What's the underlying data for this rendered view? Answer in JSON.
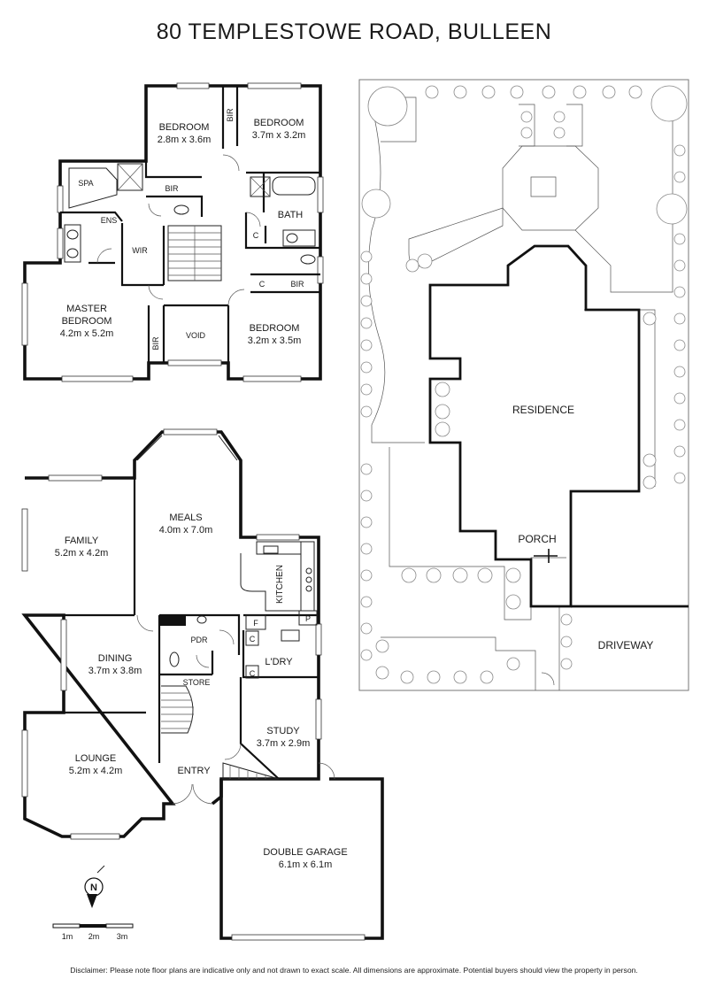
{
  "title": "80 TEMPLESTOWE ROAD, BULLEEN",
  "disclaimer": "Disclaimer: Please note floor plans are indicative only and not drawn to exact scale. All dimensions are approximate. Potential buyers should view the property in person.",
  "upper_floor": {
    "bedroom_a": {
      "name": "BEDROOM",
      "size": "2.8m x 3.6m"
    },
    "bedroom_b": {
      "name": "BEDROOM",
      "size": "3.7m x 3.2m"
    },
    "bedroom_c": {
      "name": "BEDROOM",
      "size": "3.2m x 3.5m"
    },
    "master": {
      "name_line1": "MASTER",
      "name_line2": "BEDROOM",
      "size": "4.2m x 5.2m"
    },
    "spa": "SPA",
    "ens": "ENS",
    "wir": "WIR",
    "bath": "BATH",
    "void": "VOID",
    "bir": "BIR",
    "cupboard": "C"
  },
  "ground_floor": {
    "meals": {
      "name": "MEALS",
      "size": "4.0m x 7.0m"
    },
    "family": {
      "name": "FAMILY",
      "size": "5.2m x 4.2m"
    },
    "kitchen": "KITCHEN",
    "dining": {
      "name": "DINING",
      "size": "3.7m x 3.8m"
    },
    "lounge": {
      "name": "LOUNGE",
      "size": "5.2m x 4.2m"
    },
    "study": {
      "name": "STUDY",
      "size": "3.7m x 2.9m"
    },
    "garage": {
      "name": "DOUBLE GARAGE",
      "size": "6.1m x 6.1m"
    },
    "entry": "ENTRY",
    "pdr": "PDR",
    "store": "STORE",
    "laundry": "L'DRY",
    "fridge": "F",
    "pantry": "P",
    "cupboard": "C"
  },
  "site_plan": {
    "residence": "RESIDENCE",
    "porch": "PORCH",
    "driveway": "DRIVEWAY"
  },
  "scale_bar": {
    "labels": [
      "1m",
      "2m",
      "3m"
    ]
  },
  "compass": {
    "label": "N"
  }
}
